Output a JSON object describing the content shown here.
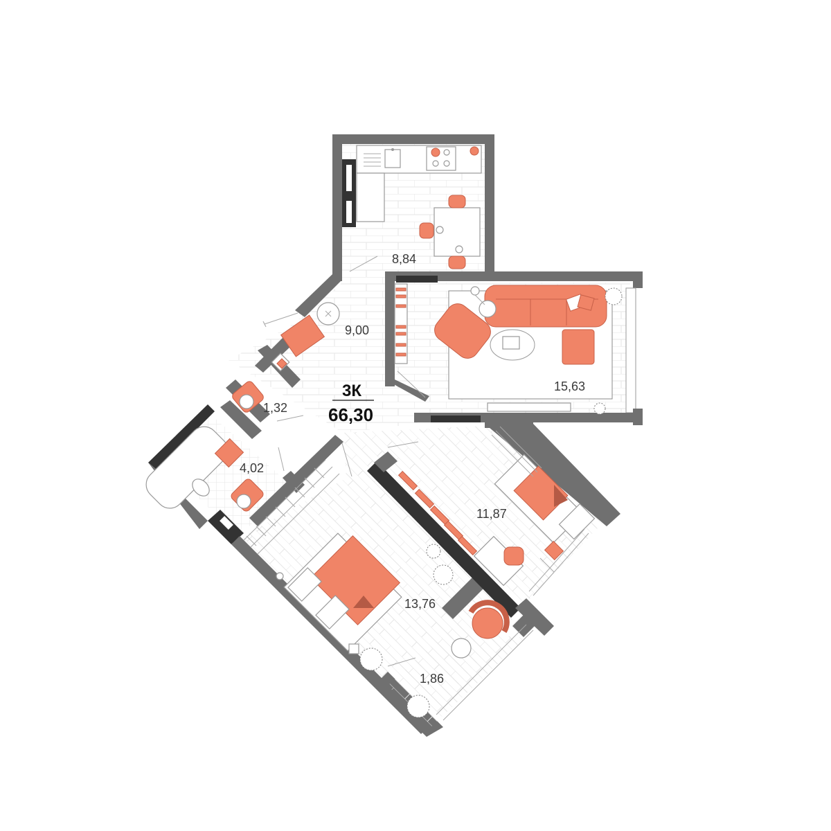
{
  "apartment": {
    "type": "3К",
    "total_area": "66,30"
  },
  "rooms": {
    "kitchen": "8,84",
    "hall": "9,00",
    "living": "15,63",
    "wc": "1,32",
    "bathroom": "4,02",
    "bedroom_small": "11,87",
    "bedroom_large": "13,76",
    "balcony": "1,86"
  },
  "colors": {
    "wall": "#707070",
    "wall_dark": "#333333",
    "accent": "#f08467",
    "accent_dark": "#b45a45"
  }
}
